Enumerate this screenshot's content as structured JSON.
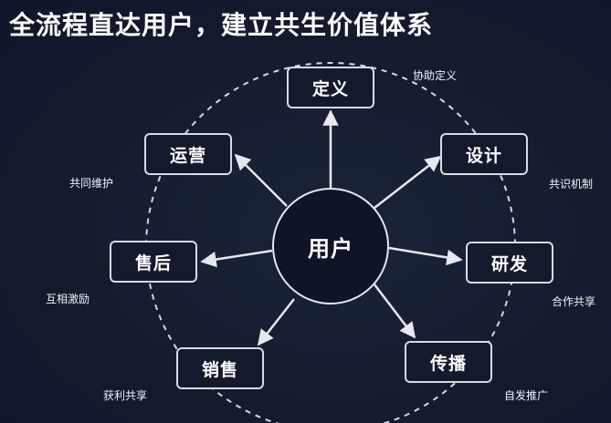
{
  "title": "全流程直达用户，建立共生价值体系",
  "center": {
    "label": "用户"
  },
  "nodes": {
    "define": {
      "label": "定义",
      "note": "协助定义"
    },
    "design": {
      "label": "设计",
      "note": "共识机制"
    },
    "develop": {
      "label": "研发",
      "note": "合作共享"
    },
    "spread": {
      "label": "传播",
      "note": "自发推广"
    },
    "sales": {
      "label": "销售",
      "note": "获利共享"
    },
    "aftersales": {
      "label": "售后",
      "note": "互相激励"
    },
    "operation": {
      "label": "运营",
      "note": "共同维护"
    }
  },
  "colors": {
    "background": "#141b2d",
    "line": "#e6e8ee",
    "text": "#ffffff"
  }
}
